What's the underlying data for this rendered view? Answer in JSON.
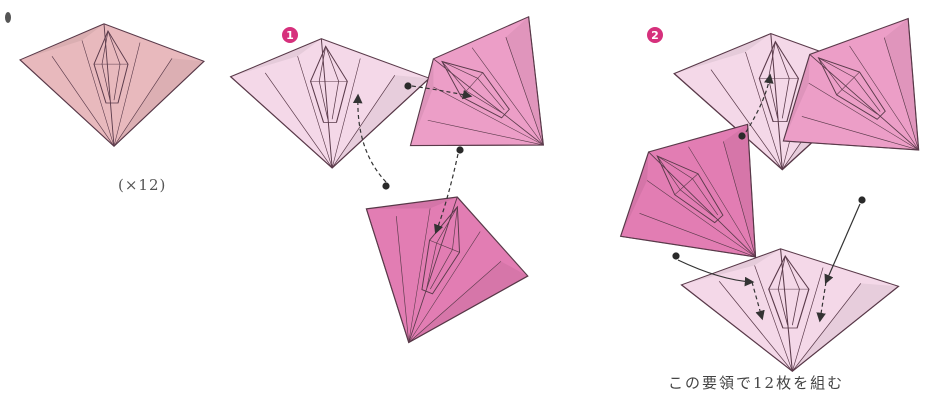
{
  "labels": {
    "quantity": "(×12)",
    "step1": "1",
    "step2": "2",
    "caption": "この要領で12枚を組む"
  },
  "colors": {
    "unit_light": "#f4d8e8",
    "unit_medium": "#ec9ec7",
    "unit_deep": "#e27db3",
    "unit_tan": "#e8b9bd",
    "crease": "#5a3a4a",
    "marker": "#d6307c"
  }
}
